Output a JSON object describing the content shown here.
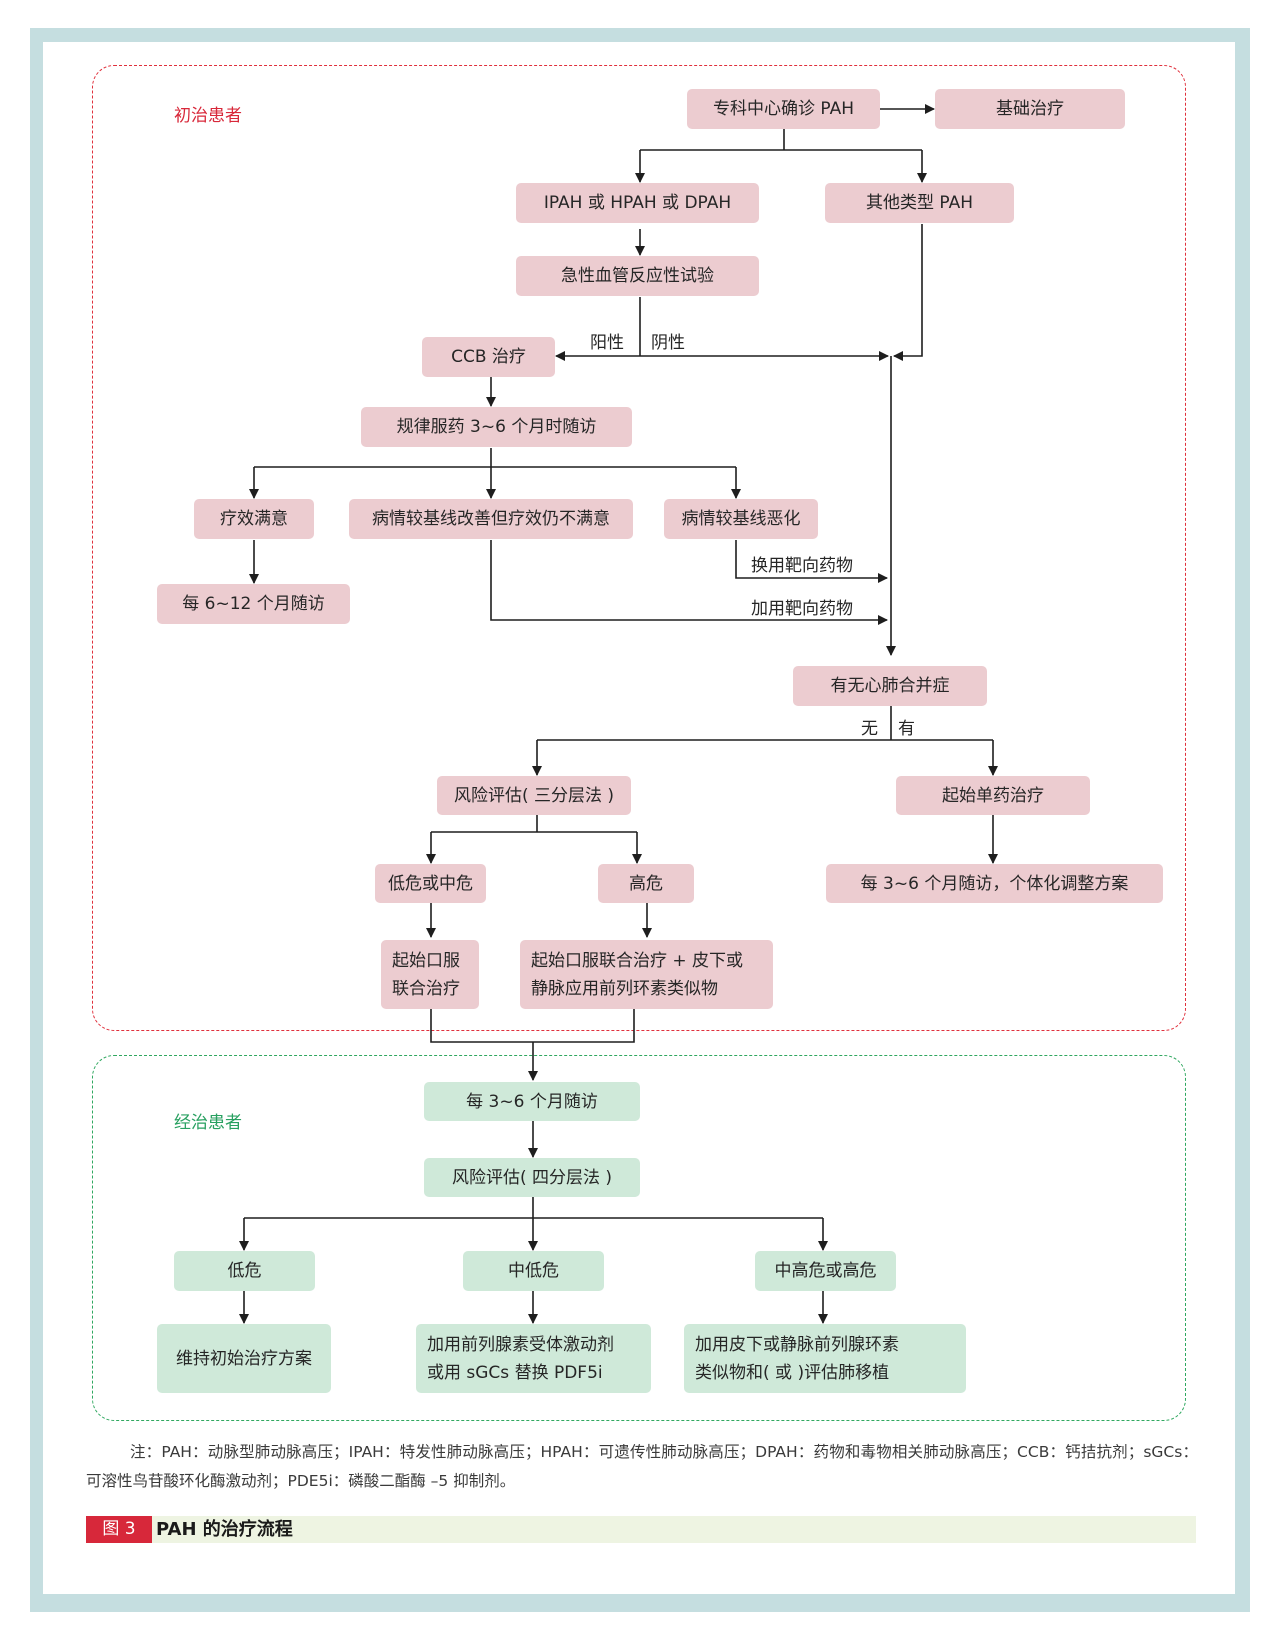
{
  "zones": {
    "initial_label": "初治患者",
    "treated_label": "经治患者"
  },
  "boxes": {
    "diagnosis": "专科中心确诊 PAH",
    "basic_therapy": "基础治疗",
    "ipah": "IPAH 或 HPAH 或 DPAH",
    "other_pah": "其他类型 PAH",
    "vaso_test": "急性血管反应性试验",
    "ccb": "CCB 治疗",
    "followup_ccb": "规律服药 3~6 个月时随访",
    "satisfied": "疗效满意",
    "improved_unsat": "病情较基线改善但疗效仍不满意",
    "worse": "病情较基线恶化",
    "every_6_12": "每 6~12 个月随访",
    "comorbidity": "有无心肺合并症",
    "risk3": "风险评估( 三分层法 )",
    "start_mono": "起始单药治疗",
    "low_mid": "低危或中危",
    "high": "高危",
    "every_3_6_ind": "每 3~6 个月随访，个体化调整方案",
    "oral_combo": "起始口服\n联合治疗",
    "oral_combo_plus": "起始口服联合治疗 + 皮下或\n静脉应用前列环素类似物",
    "every_3_6": "每 3~6 个月随访",
    "risk4": "风险评估( 四分层法 )",
    "low": "低危",
    "mid_low": "中低危",
    "mid_high": "中高危或高危",
    "maintain": "维持初始治疗方案",
    "add_ip": "加用前列腺素受体激动剂\n或用 sGCs 替换 PDF5i",
    "add_sc_iv": "加用皮下或静脉前列腺环素\n类似物和( 或 )评估肺移植"
  },
  "labels": {
    "positive": "阳性",
    "negative": "阴性",
    "switch_target": "换用靶向药物",
    "add_target": "加用靶向药物",
    "no": "无",
    "yes": "有"
  },
  "note": "注：PAH：动脉型肺动脉高压；IPAH：特发性肺动脉高压；HPAH：可遗传性肺动脉高压；DPAH：药物和毒物相关肺动脉高压；CCB：钙拮抗剂；sGCs：可溶性鸟苷酸环化酶激动剂；PDE5i：磷酸二酯酶 –5 抑制剂。",
  "figure": {
    "number": "图 3",
    "title": "PAH 的治疗流程"
  },
  "colors": {
    "frame": "#c5dee0",
    "pink_box": "#ecccd0",
    "green_box": "#cfe9d9",
    "red_dash": "#e0303c",
    "green_dash": "#30a860",
    "fig_label_bg": "#d7283a"
  }
}
